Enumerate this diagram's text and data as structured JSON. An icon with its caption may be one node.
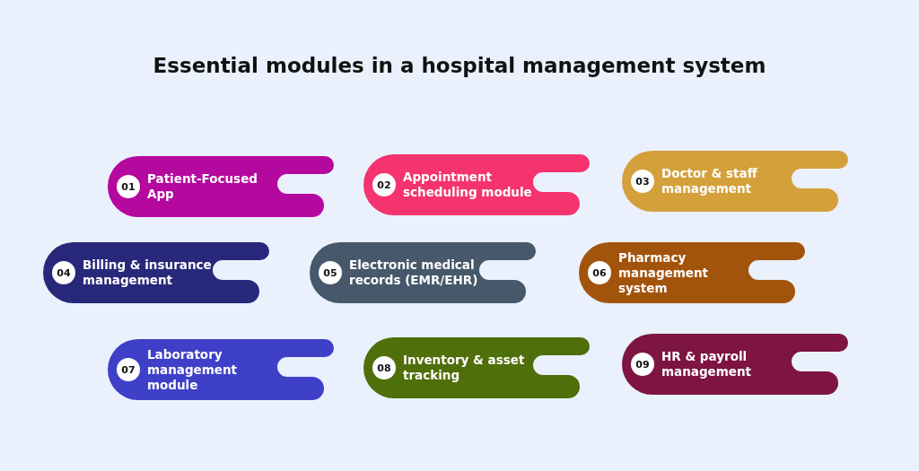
{
  "diagram": {
    "title": "Essential modules in a hospital management system",
    "nodes": [
      {
        "text": [
          "01",
          "Patient-Focused App"
        ]
      },
      {
        "text": [
          "02",
          "Appointment scheduling module"
        ]
      },
      {
        "text": [
          "03",
          "Doctor & staff management"
        ]
      },
      {
        "text": [
          "04",
          "Billing & insurance management"
        ]
      },
      {
        "text": [
          "05",
          "Electronic medical records (EMR/EHR)"
        ]
      },
      {
        "text": [
          "06",
          "Pharmacy management system"
        ]
      },
      {
        "text": [
          "07",
          "Laboratory management module"
        ]
      },
      {
        "text": [
          "08",
          "Inventory & asset tracking"
        ]
      },
      {
        "text": [
          "09",
          "HR & payroll management"
        ]
      }
    ]
  }
}
